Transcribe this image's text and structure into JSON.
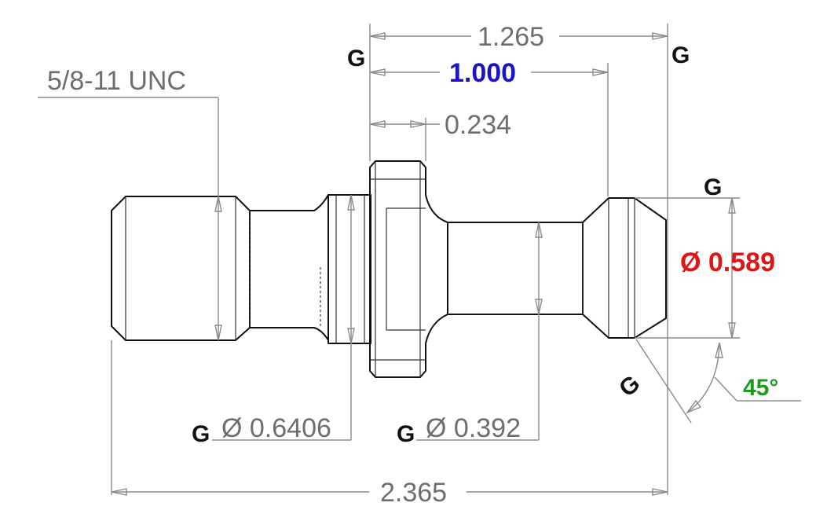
{
  "labels": {
    "thread": "5/8-11 UNC",
    "dim_1265": "1.265",
    "dim_1000": "1.000",
    "dim_0234": "0.234",
    "dim_0589": "Ø 0.589",
    "dim_06406": "Ø 0.6406",
    "dim_0392": "Ø 0.392",
    "dim_2365": "2.365",
    "angle_45": "45°",
    "g_symbol": "G"
  },
  "colors": {
    "blue": "#1a14c8",
    "red": "#e01515",
    "green": "#1f9a1f",
    "dimension_gray": "#6e6e6e",
    "outline": "#111111"
  }
}
